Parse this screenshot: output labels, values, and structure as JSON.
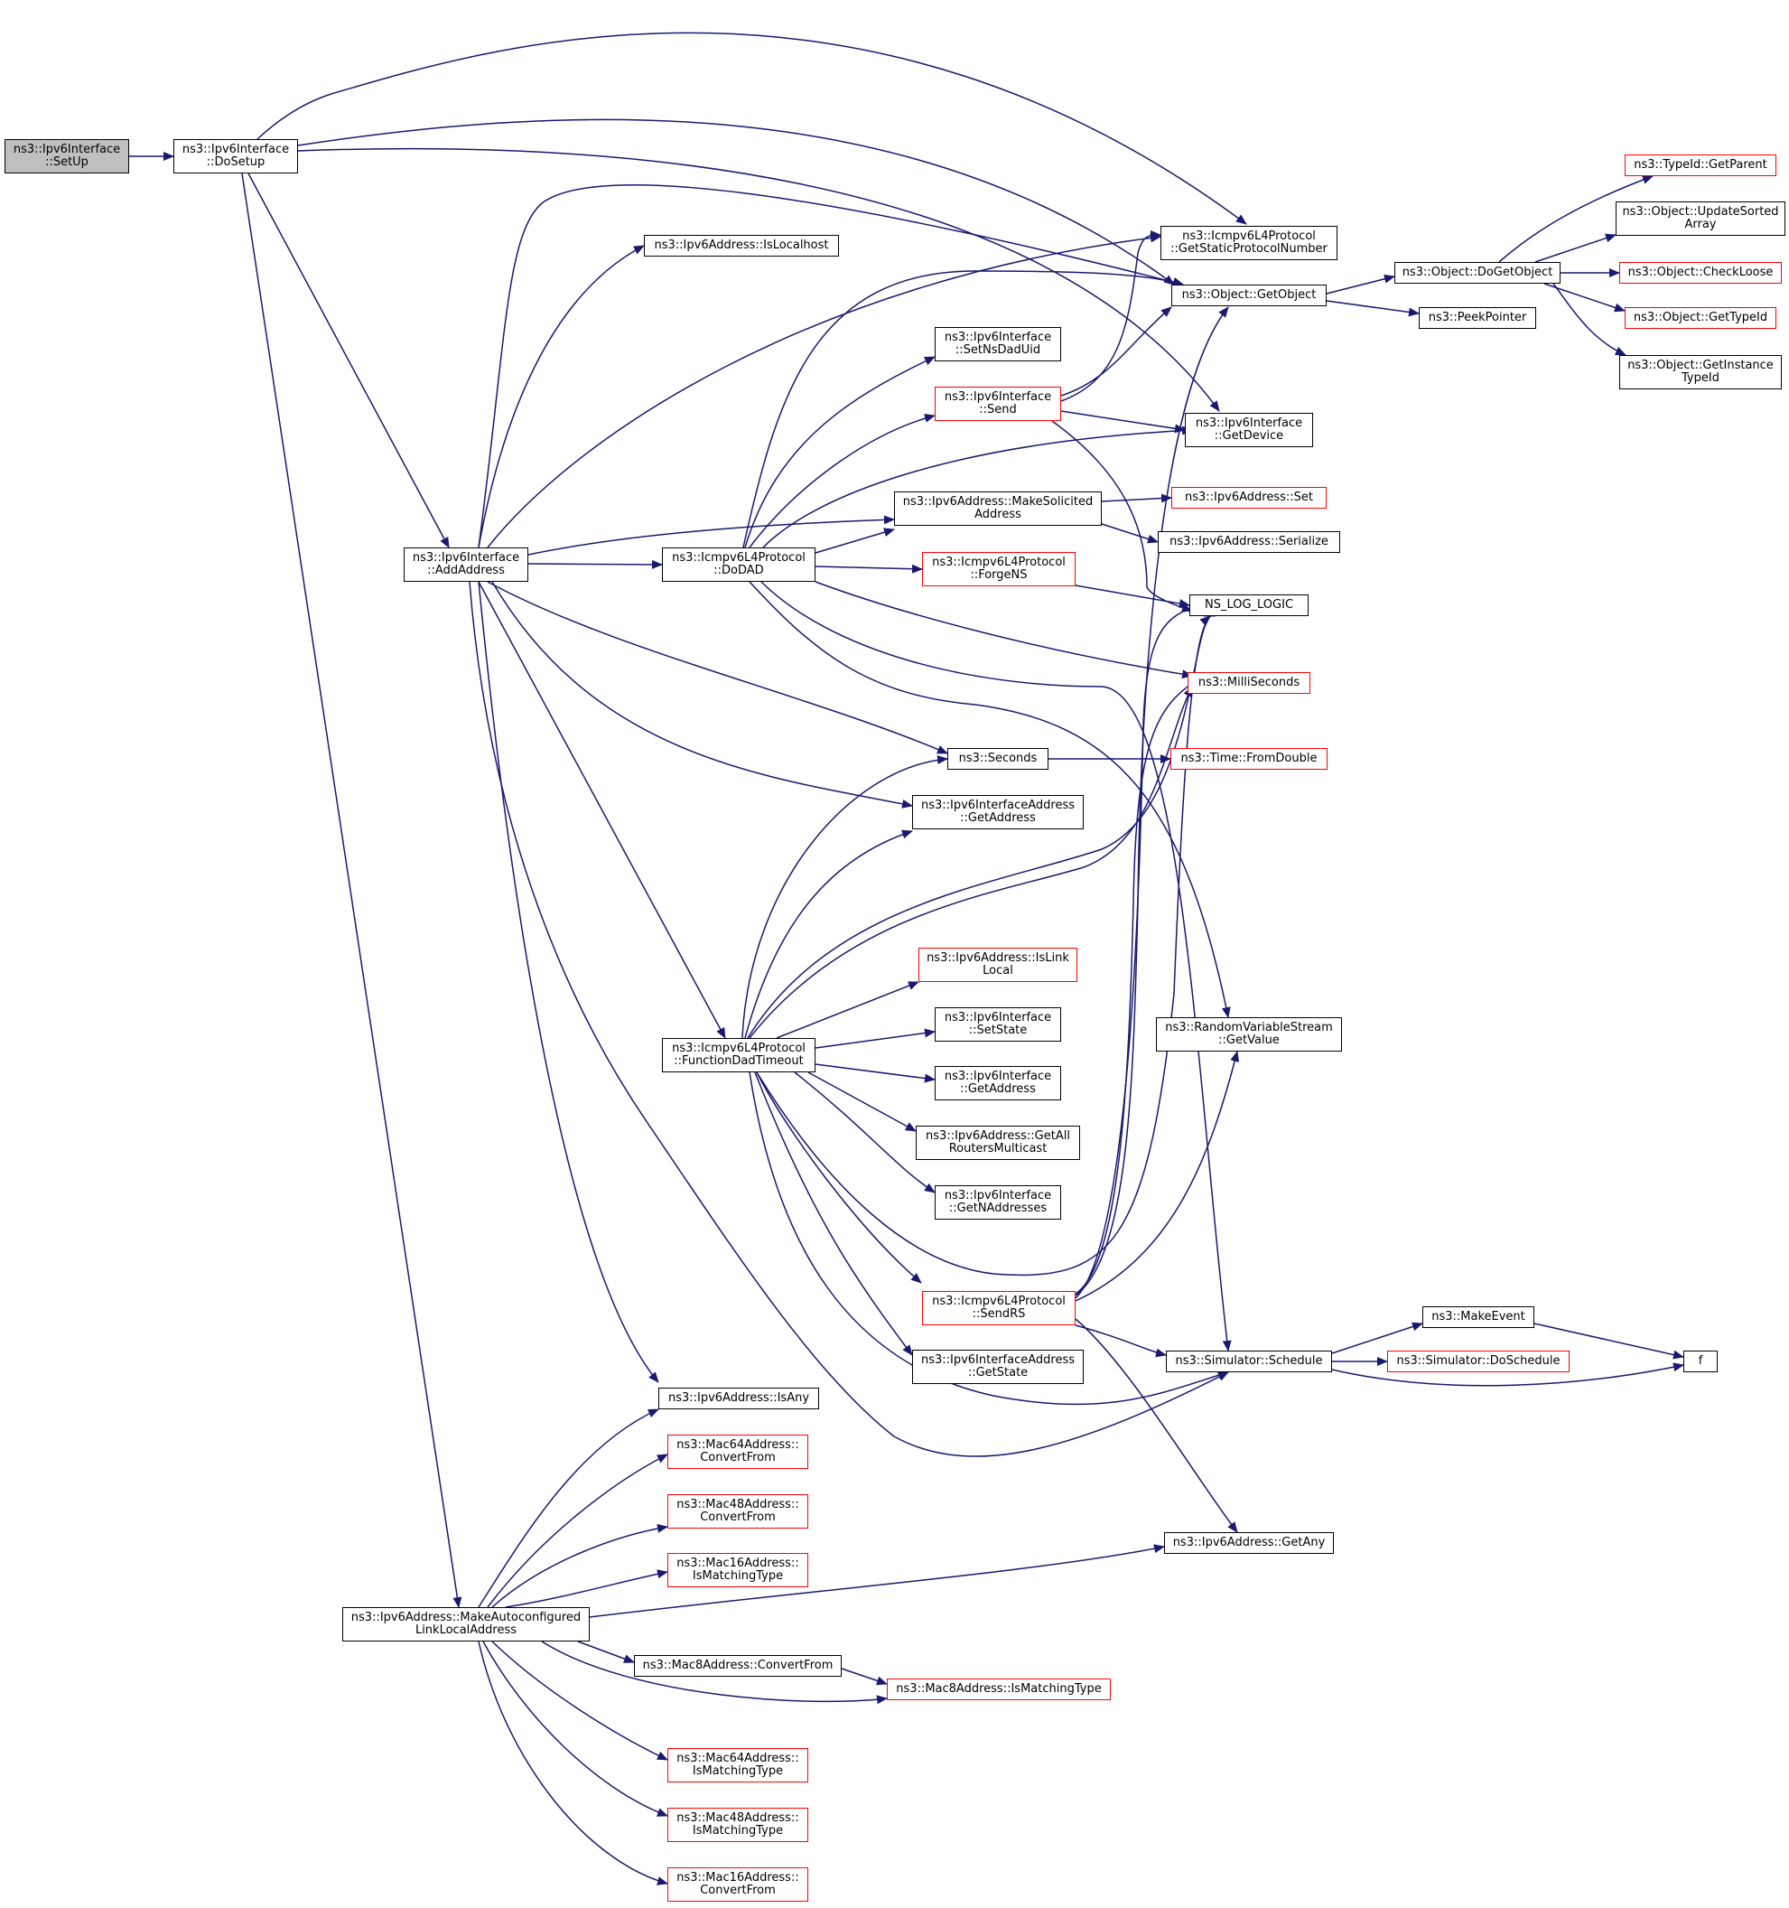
{
  "colors": {
    "edge": "#191970",
    "border": "#000000",
    "border_incomplete": "#ff0000",
    "root_fill": "#bfbfbf",
    "background": "#ffffff"
  },
  "nodes": {
    "setup": {
      "line1": "ns3::Ipv6Interface",
      "line2": "::SetUp"
    },
    "dosetup": {
      "line1": "ns3::Ipv6Interface",
      "line2": "::DoSetup"
    },
    "addaddress": {
      "line1": "ns3::Ipv6Interface",
      "line2": "::AddAddress"
    },
    "makeauto": {
      "line1": "ns3::Ipv6Address::MakeAutoconfigured",
      "line2": "LinkLocalAddress"
    },
    "islocalhost": {
      "line1": "ns3::Ipv6Address::IsLocalhost"
    },
    "dodad": {
      "line1": "ns3::Icmpv6L4Protocol",
      "line2": "::DoDAD"
    },
    "funcdad": {
      "line1": "ns3::Icmpv6L4Protocol",
      "line2": "::FunctionDadTimeout"
    },
    "isany": {
      "line1": "ns3::Ipv6Address::IsAny"
    },
    "mac64conv": {
      "line1": "ns3::Mac64Address::",
      "line2": "ConvertFrom"
    },
    "mac48conv": {
      "line1": "ns3::Mac48Address::",
      "line2": "ConvertFrom"
    },
    "mac16match": {
      "line1": "ns3::Mac16Address::",
      "line2": "IsMatchingType"
    },
    "mac8conv": {
      "line1": "ns3::Mac8Address::ConvertFrom"
    },
    "mac64match": {
      "line1": "ns3::Mac64Address::",
      "line2": "IsMatchingType"
    },
    "mac48match": {
      "line1": "ns3::Mac48Address::",
      "line2": "IsMatchingType"
    },
    "mac16conv": {
      "line1": "ns3::Mac16Address::",
      "line2": "ConvertFrom"
    },
    "setnsdaduid": {
      "line1": "ns3::Ipv6Interface",
      "line2": "::SetNsDadUid"
    },
    "send": {
      "line1": "ns3::Ipv6Interface",
      "line2": "::Send"
    },
    "makesolicited": {
      "line1": "ns3::Ipv6Address::MakeSolicited",
      "line2": "Address"
    },
    "forgens": {
      "line1": "ns3::Icmpv6L4Protocol",
      "line2": "::ForgeNS"
    },
    "seconds": {
      "line1": "ns3::Seconds"
    },
    "iaddrgetaddress": {
      "line1": "ns3::Ipv6InterfaceAddress",
      "line2": "::GetAddress"
    },
    "islinklocal": {
      "line1": "ns3::Ipv6Address::IsLink",
      "line2": "Local"
    },
    "setstate": {
      "line1": "ns3::Ipv6Interface",
      "line2": "::SetState"
    },
    "ifgetaddress": {
      "line1": "ns3::Ipv6Interface",
      "line2": "::GetAddress"
    },
    "getallrouters": {
      "line1": "ns3::Ipv6Address::GetAll",
      "line2": "RoutersMulticast"
    },
    "getnaddresses": {
      "line1": "ns3::Ipv6Interface",
      "line2": "::GetNAddresses"
    },
    "sendrs": {
      "line1": "ns3::Icmpv6L4Protocol",
      "line2": "::SendRS"
    },
    "iaddrgetstate": {
      "line1": "ns3::Ipv6InterfaceAddress",
      "line2": "::GetState"
    },
    "mac8match": {
      "line1": "ns3::Mac8Address::IsMatchingType"
    },
    "getstaticproto": {
      "line1": "ns3::Icmpv6L4Protocol",
      "line2": "::GetStaticProtocolNumber"
    },
    "getobject": {
      "line1": "ns3::Object::GetObject"
    },
    "getdevice": {
      "line1": "ns3::Ipv6Interface",
      "line2": "::GetDevice"
    },
    "ipv6set": {
      "line1": "ns3::Ipv6Address::Set"
    },
    "serialize": {
      "line1": "ns3::Ipv6Address::Serialize"
    },
    "nslog": {
      "line1": "NS_LOG_LOGIC"
    },
    "milliseconds": {
      "line1": "ns3::MilliSeconds"
    },
    "fromdouble": {
      "line1": "ns3::Time::FromDouble"
    },
    "getvalue": {
      "line1": "ns3::RandomVariableStream",
      "line2": "::GetValue"
    },
    "schedule": {
      "line1": "ns3::Simulator::Schedule"
    },
    "getany": {
      "line1": "ns3::Ipv6Address::GetAny"
    },
    "dogetobject": {
      "line1": "ns3::Object::DoGetObject"
    },
    "peekpointer": {
      "line1": "ns3::PeekPointer"
    },
    "makeevent": {
      "line1": "ns3::MakeEvent"
    },
    "doschedule": {
      "line1": "ns3::Simulator::DoSchedule"
    },
    "getparent": {
      "line1": "ns3::TypeId::GetParent"
    },
    "updatesorted": {
      "line1": "ns3::Object::UpdateSorted",
      "line2": "Array"
    },
    "checkloose": {
      "line1": "ns3::Object::CheckLoose"
    },
    "gettypeid": {
      "line1": "ns3::Object::GetTypeId"
    },
    "getinstancetypeid": {
      "line1": "ns3::Object::GetInstance",
      "line2": "TypeId"
    },
    "f": {
      "line1": "f"
    }
  }
}
